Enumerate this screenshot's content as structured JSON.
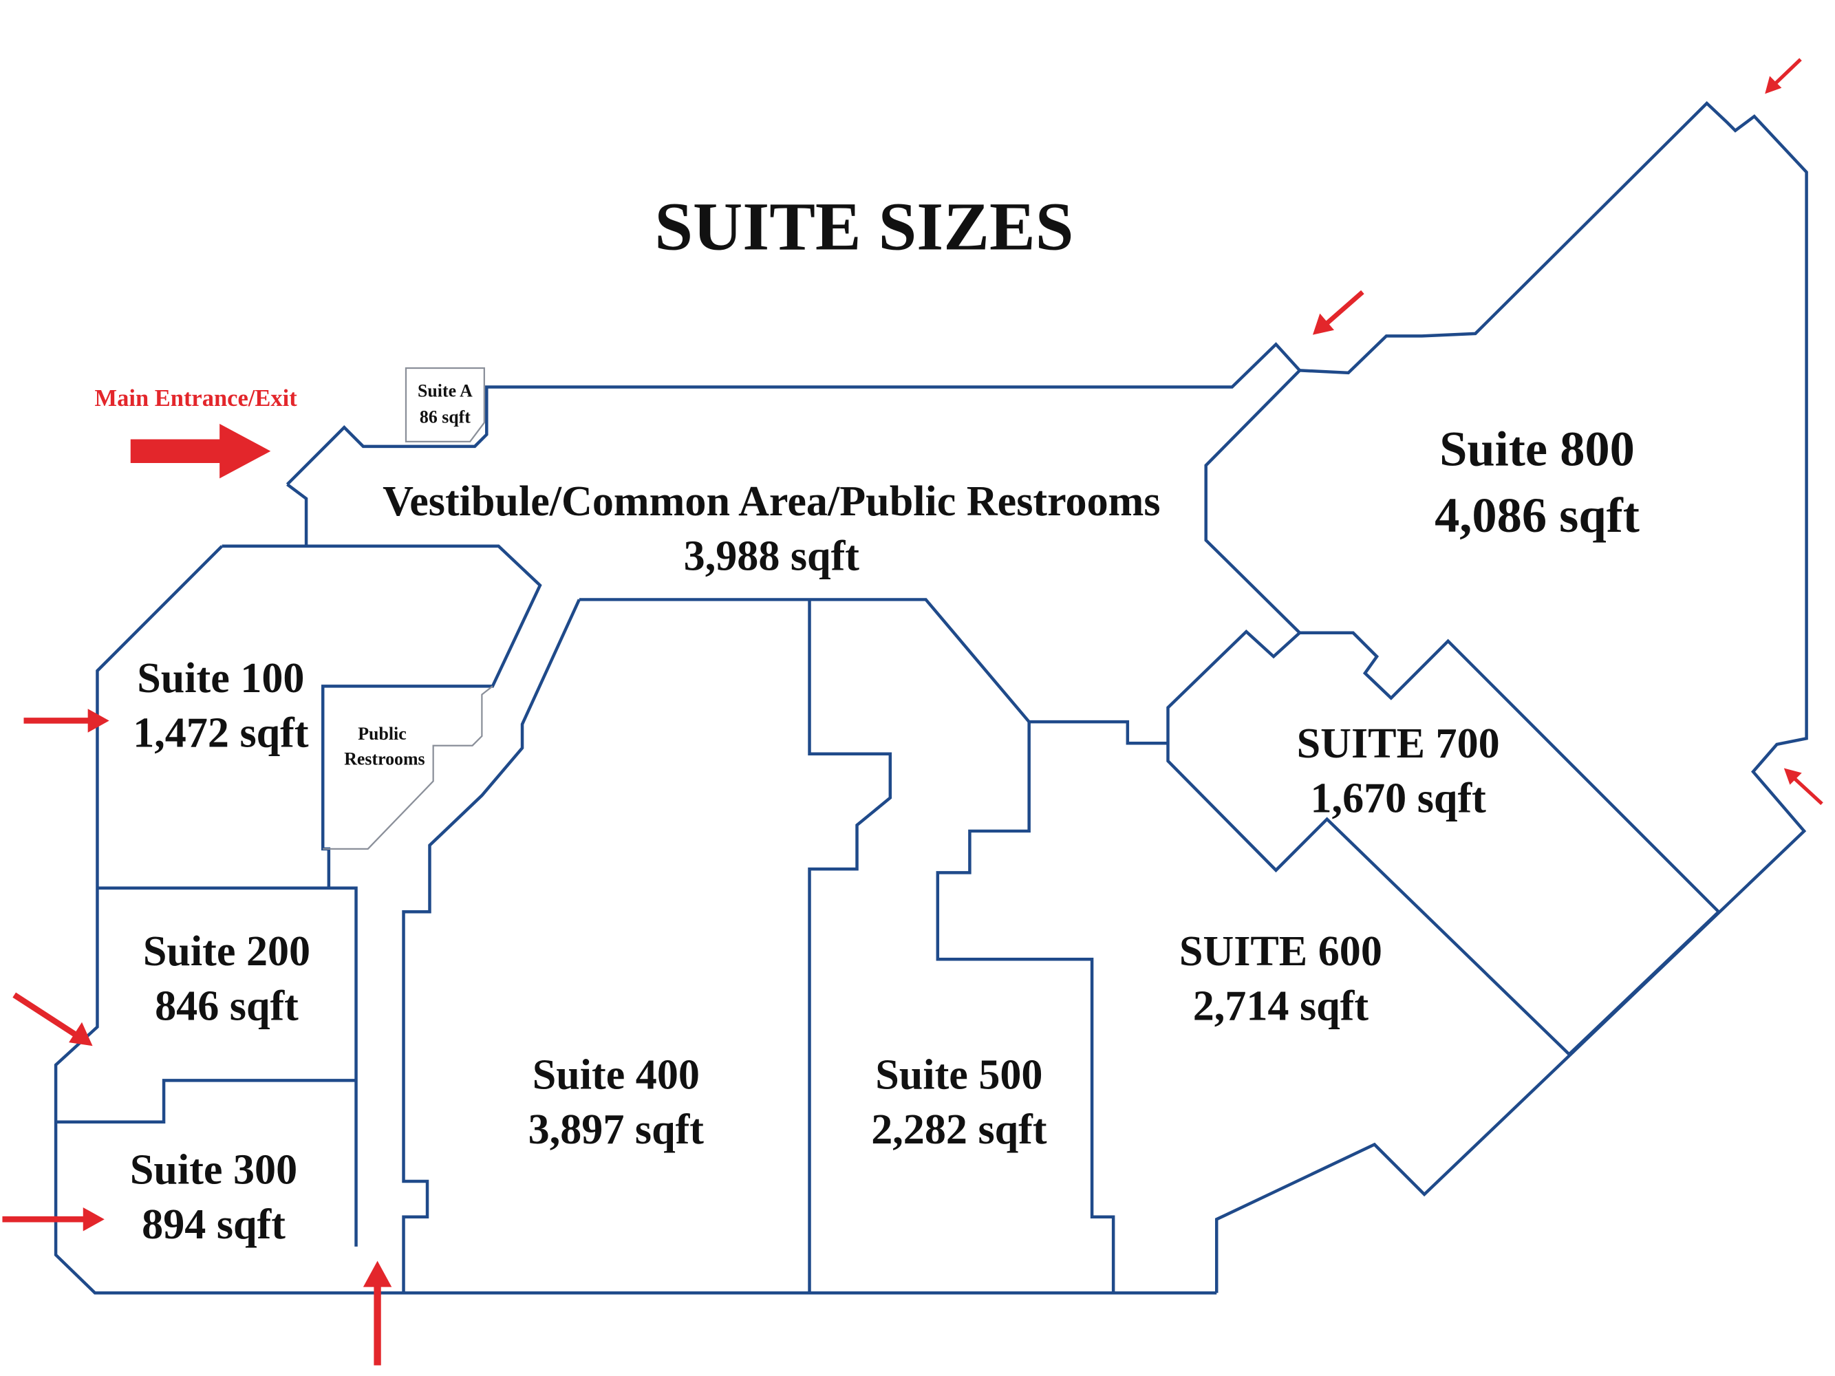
{
  "title": "SUITE SIZES",
  "entrance_label": "Main Entrance/Exit",
  "colors": {
    "walls": "#1f4a8a",
    "arrows": "#e3262b",
    "text": "#111111"
  },
  "suites": {
    "suite_a": {
      "name": "Suite A",
      "size": "86 sqft"
    },
    "common": {
      "name": "Vestibule/Common Area/Public Restrooms",
      "size": "3,988 sqft"
    },
    "restrooms": {
      "line1": "Public",
      "line2": "Restrooms"
    },
    "s100": {
      "name": "Suite 100",
      "size": "1,472 sqft"
    },
    "s200": {
      "name": "Suite 200",
      "size": "846 sqft"
    },
    "s300": {
      "name": "Suite 300",
      "size": "894 sqft"
    },
    "s400": {
      "name": "Suite 400",
      "size": "3,897 sqft"
    },
    "s500": {
      "name": "Suite 500",
      "size": "2,282 sqft"
    },
    "s600": {
      "name": "SUITE 600",
      "size": "2,714 sqft"
    },
    "s700": {
      "name": "SUITE 700",
      "size": "1,670 sqft"
    },
    "s800": {
      "name": "Suite 800",
      "size": "4,086 sqft"
    }
  }
}
